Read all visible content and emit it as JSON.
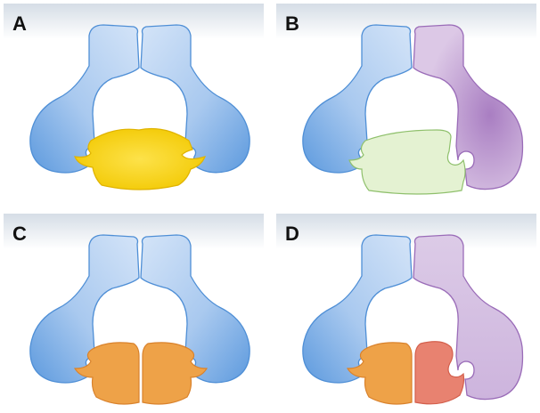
{
  "panels": [
    {
      "id": "A",
      "letter": "A"
    },
    {
      "id": "B",
      "letter": "B"
    },
    {
      "id": "C",
      "letter": "C"
    },
    {
      "id": "D",
      "letter": "D"
    }
  ],
  "colors": {
    "band_top": "#d5dde6",
    "blue_fill_light": "#c9dcf5",
    "blue_fill_dark": "#6fa6e0",
    "blue_stroke": "#4f8fd6",
    "purple_fill_light": "#d9c3e3",
    "purple_fill_dark": "#a97ec2",
    "purple_stroke": "#9a6cb8",
    "yellow_fill": "#f6d21a",
    "yellow_stroke": "#e0b300",
    "green_fill": "#e4f2d2",
    "green_stroke": "#8fc06c",
    "orange_fill": "#eea248",
    "orange_stroke": "#d9822c",
    "salmon_fill": "#e88270",
    "salmon_stroke": "#d35f4c"
  }
}
